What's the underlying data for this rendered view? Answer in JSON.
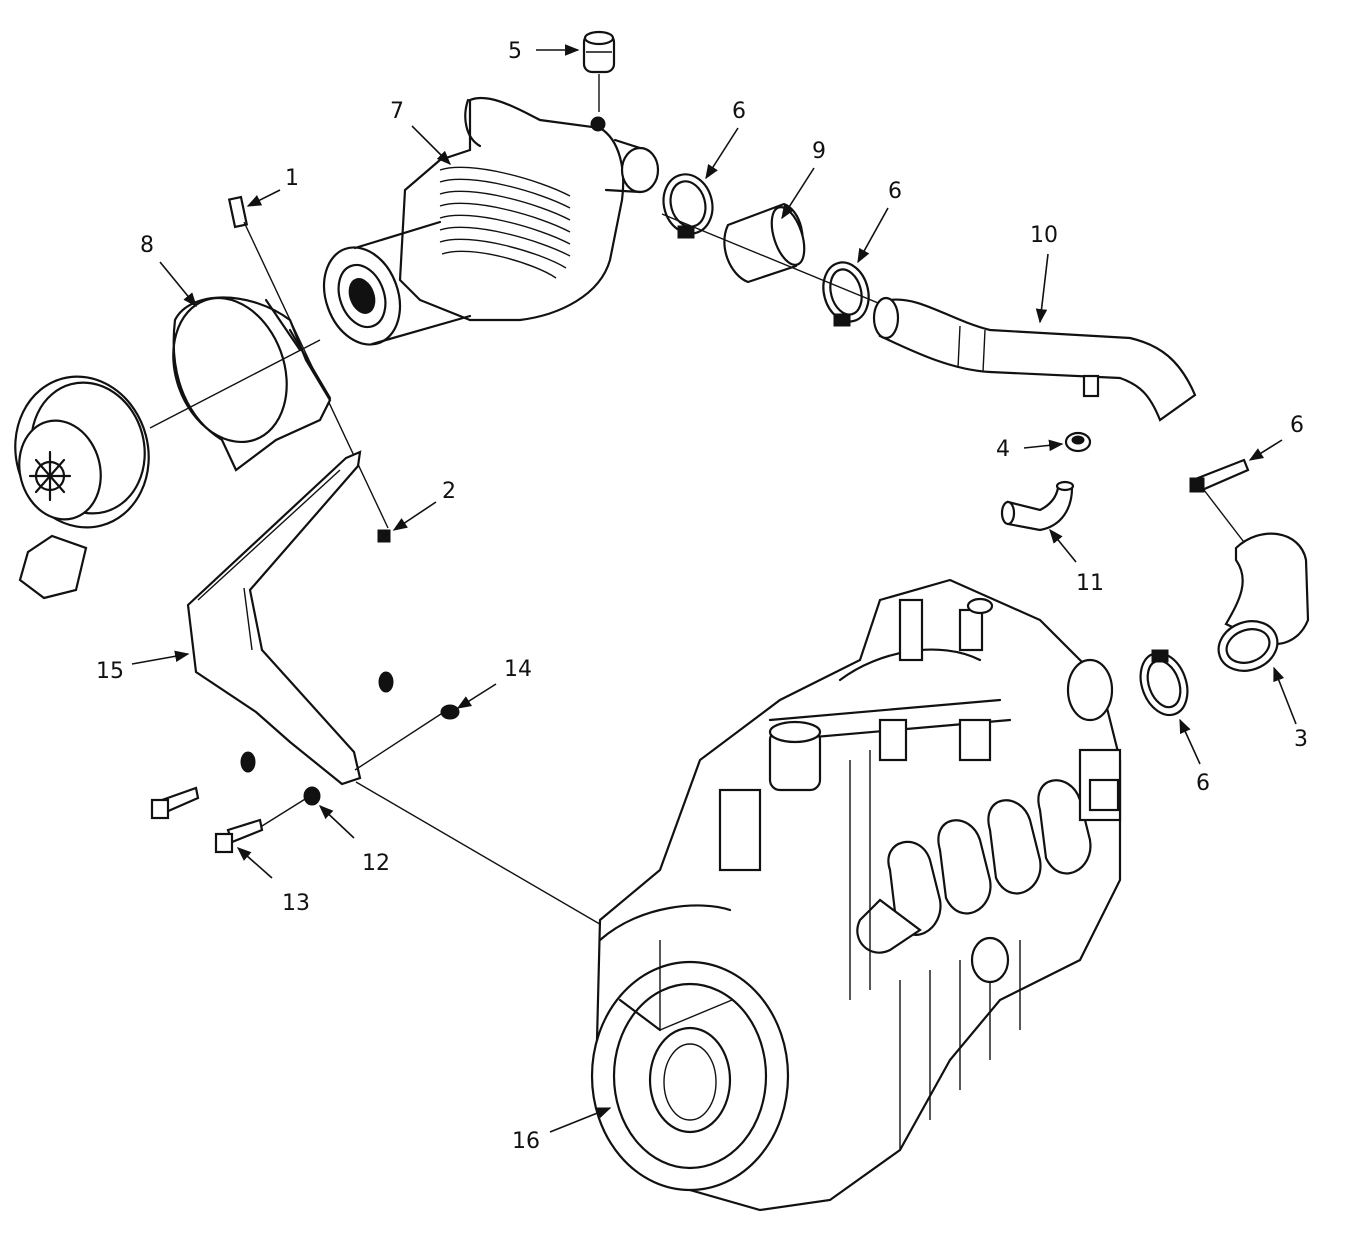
{
  "diagram": {
    "callouts": [
      "1",
      "2",
      "3",
      "4",
      "5",
      "6",
      "6",
      "6",
      "6",
      "7",
      "8",
      "9",
      "10",
      "11",
      "12",
      "13",
      "14",
      "15",
      "16"
    ]
  },
  "colors": {
    "ink": "#111111",
    "paper": "#ffffff"
  }
}
